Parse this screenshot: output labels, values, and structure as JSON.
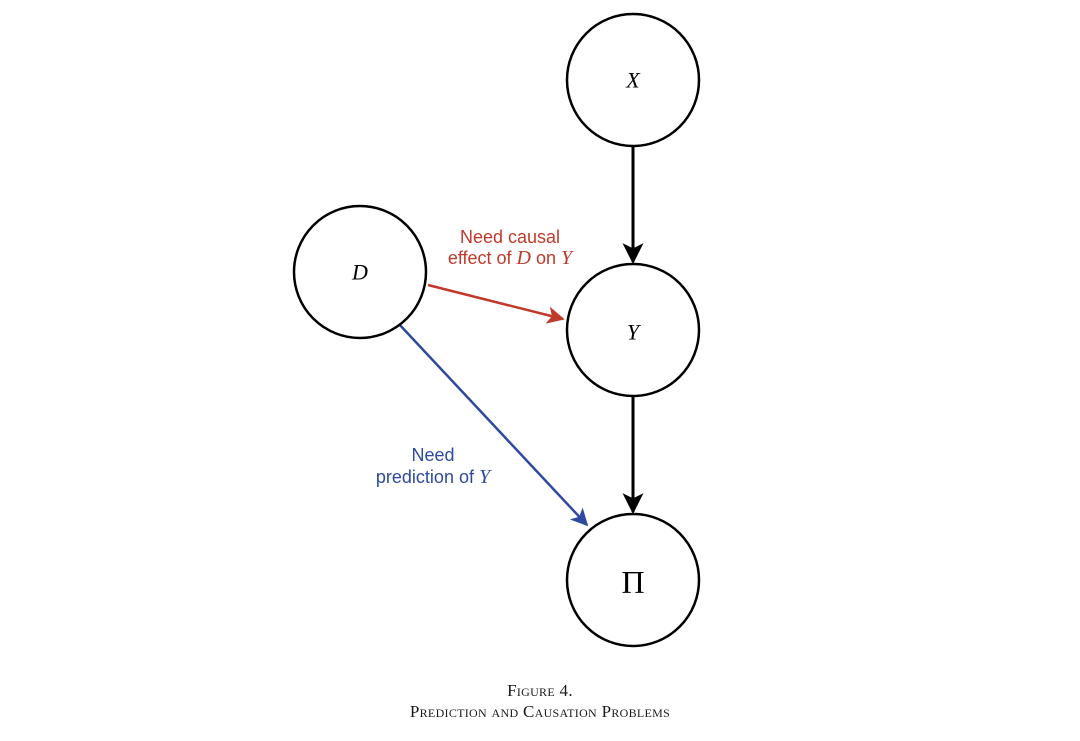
{
  "colors": {
    "node_stroke": "#000000",
    "causal_edge": "#c0392b",
    "prediction_edge": "#2e4aa0",
    "structural_edge": "#000000"
  },
  "nodes": {
    "x": {
      "label": "X"
    },
    "d": {
      "label": "D"
    },
    "y": {
      "label": "Y"
    },
    "pi": {
      "label": "Π"
    }
  },
  "edges": {
    "causal": {
      "label_line1": "Need causal",
      "label_line2_prefix": "effect of ",
      "label_var_d": "D",
      "label_line2_mid": " on ",
      "label_var_y": "Y"
    },
    "prediction": {
      "label_line1": "Need",
      "label_line2_prefix": "prediction of ",
      "label_var_y": "Y"
    }
  },
  "caption": {
    "figure_number": "Figure 4.",
    "title": "Prediction and Causation Problems"
  }
}
